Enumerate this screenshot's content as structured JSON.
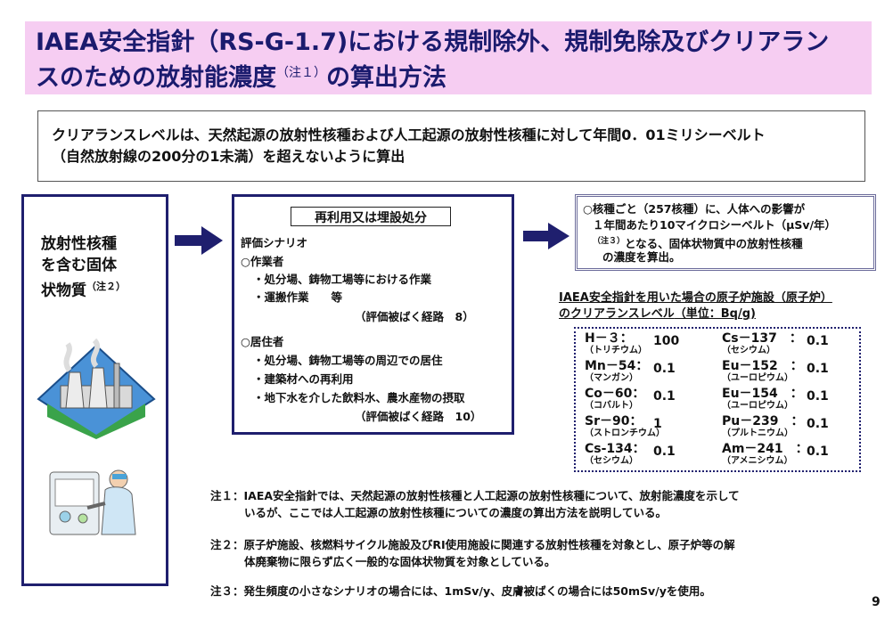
{
  "title": {
    "line1": "IAEA安全指針（RS-G-1.7)における規制除外、規制免除及びクリアラン",
    "line2_prefix": "スのための放射能濃度",
    "line2_note": "（注１）",
    "line2_suffix": "の算出方法"
  },
  "intro": {
    "line1": "クリアランスレベルは、天然起源の放射性核種および人工起源の放射性核種に対して年間0．01ミリシーベルト",
    "line2": "（自然放射線の200分の1未満）を超えないように算出"
  },
  "left": {
    "line1": "放射性核種",
    "line2": "を含む固体",
    "line3": "状物質",
    "note": "（注２）"
  },
  "middle": {
    "heading": "再利用又は埋設処分",
    "scenario_label": "評価シナリオ",
    "worker_label": "○作業者",
    "worker_items": [
      "・処分場、鋳物工場等における作業",
      "・運搬作業　　等"
    ],
    "worker_paths": "（評価被ばく経路　8）",
    "resident_label": "○居住者",
    "resident_items": [
      "・処分場、鋳物工場等の周辺での居住",
      "・建築材への再利用",
      "・地下水を介した飲料水、農水産物の摂取"
    ],
    "resident_paths": "（評価被ばく経路　10）"
  },
  "right": {
    "line1": "○核種ごと（257核種）に、人体への影響が",
    "line2": "１年間あたり10マイクロシーベルト（μSv/年）",
    "line3_note": "（注３）",
    "line3": "となる、固体状物質中の放射性核種",
    "line4": "の濃度を算出。"
  },
  "table": {
    "heading_line1": "IAEA安全指針を用いた場合の原子炉施設（原子炉）",
    "heading_line2_a": "のクリアランスレベル",
    "heading_line2_b": "（単位：Bq/g)",
    "left_col": [
      {
        "nuclide": "H－３：",
        "name": "（トリチウム）",
        "value": "100"
      },
      {
        "nuclide": "Mn－54：",
        "name": "（マンガン）",
        "value": "0.1"
      },
      {
        "nuclide": "Co－60：",
        "name": "（コバルト）",
        "value": "0.1"
      },
      {
        "nuclide": "Sr－90：",
        "name": "（ストロンチウム）",
        "value": "1"
      },
      {
        "nuclide": "Cs-134：",
        "name": "（セシウム）",
        "value": "0.1"
      }
    ],
    "right_col": [
      {
        "nuclide": "Cs－137　：",
        "name": "（セシウム）",
        "value": "0.1"
      },
      {
        "nuclide": "Eu－152　：",
        "name": "（ユーロピウム）",
        "value": "0.1"
      },
      {
        "nuclide": "Eu－154　：",
        "name": "（ユーロピウム）",
        "value": "0.1"
      },
      {
        "nuclide": "Pu－239　：",
        "name": "（プルトニウム）",
        "value": "0.1"
      },
      {
        "nuclide": "Am－241　：",
        "name": "（アメニシウム）",
        "value": "0.1"
      }
    ]
  },
  "footnotes": {
    "note1_line1": "注１：IAEA安全指針では、天然起源の放射性核種と人工起源の放射性核種について、放射能濃度を示して",
    "note1_line2": "いるが、ここでは人工起源の放射性核種についての濃度の算出方法を説明している。",
    "note2_line1": "注２：原子炉施設、核燃料サイクル施設及びRI使用施設に関連する放射性核種を対象とし、原子炉等の解",
    "note2_line2": "体廃棄物に限らず広く一般的な固体状物質を対象としている。",
    "note3_line1": "注３：発生頻度の小さなシナリオの場合には、1mSv/y、皮膚被ばくの場合には50mSv/yを使用。"
  },
  "page_number": "9",
  "colors": {
    "title_band": "#f6cdf2",
    "title_text": "#1b1b6e",
    "box_border": "#1f1f6e",
    "arrow": "#1f1f6e"
  },
  "icons": [
    "power-plant-icon",
    "laboratory-worker-icon",
    "right-arrow-icon"
  ]
}
